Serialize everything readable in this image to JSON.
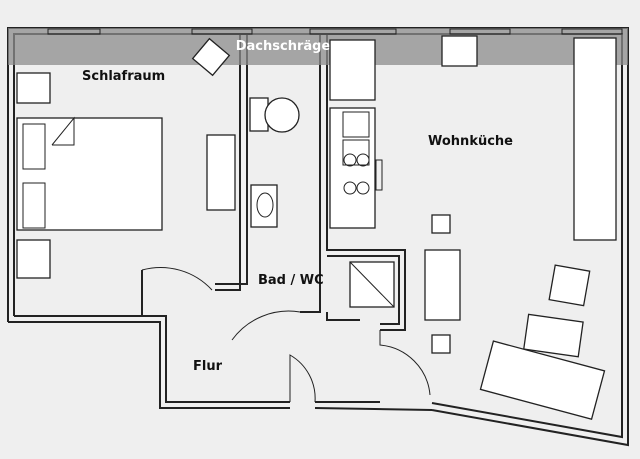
{
  "plan": {
    "band_label": "Dachschräge",
    "rooms": {
      "bedroom": "Schlafraum",
      "kitchen_living": "Wohnküche",
      "bathroom": "Bad / WC",
      "hallway": "Flur"
    }
  },
  "colors": {
    "slope_band": "#8c8c8c",
    "wall": "#222222",
    "background": "#efefef"
  }
}
